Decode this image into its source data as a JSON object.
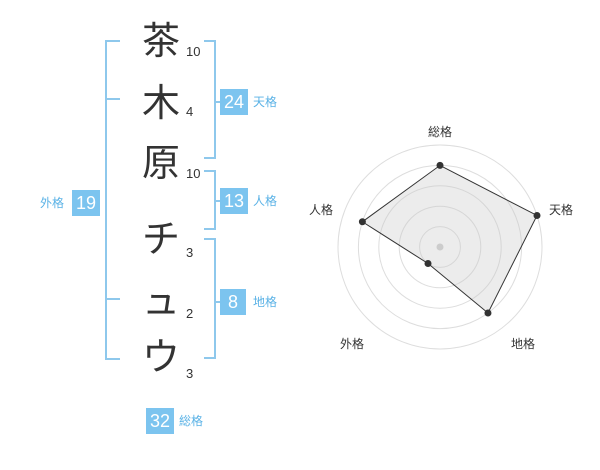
{
  "name_chars": [
    {
      "char": "茶",
      "strokes": "10"
    },
    {
      "char": "木",
      "strokes": "4"
    },
    {
      "char": "原",
      "strokes": "10"
    },
    {
      "char": "チ",
      "strokes": "3"
    },
    {
      "char": "ュ",
      "strokes": "2"
    },
    {
      "char": "ウ",
      "strokes": "3"
    }
  ],
  "fortune": {
    "tenkaku": {
      "value": "24",
      "label": "天格"
    },
    "jinkaku": {
      "value": "13",
      "label": "人格"
    },
    "chikaku": {
      "value": "8",
      "label": "地格"
    },
    "gaikaku": {
      "value": "19",
      "label": "外格"
    },
    "soukaku": {
      "value": "32",
      "label": "総格"
    }
  },
  "colors": {
    "accent": "#7cc4ef",
    "bracket": "#8ec8ec",
    "text": "#333333"
  },
  "radar": {
    "axes": [
      "総格",
      "天格",
      "地格",
      "外格",
      "人格"
    ],
    "values": [
      4,
      5,
      4,
      1,
      4
    ],
    "max": 5,
    "rings": 5
  }
}
